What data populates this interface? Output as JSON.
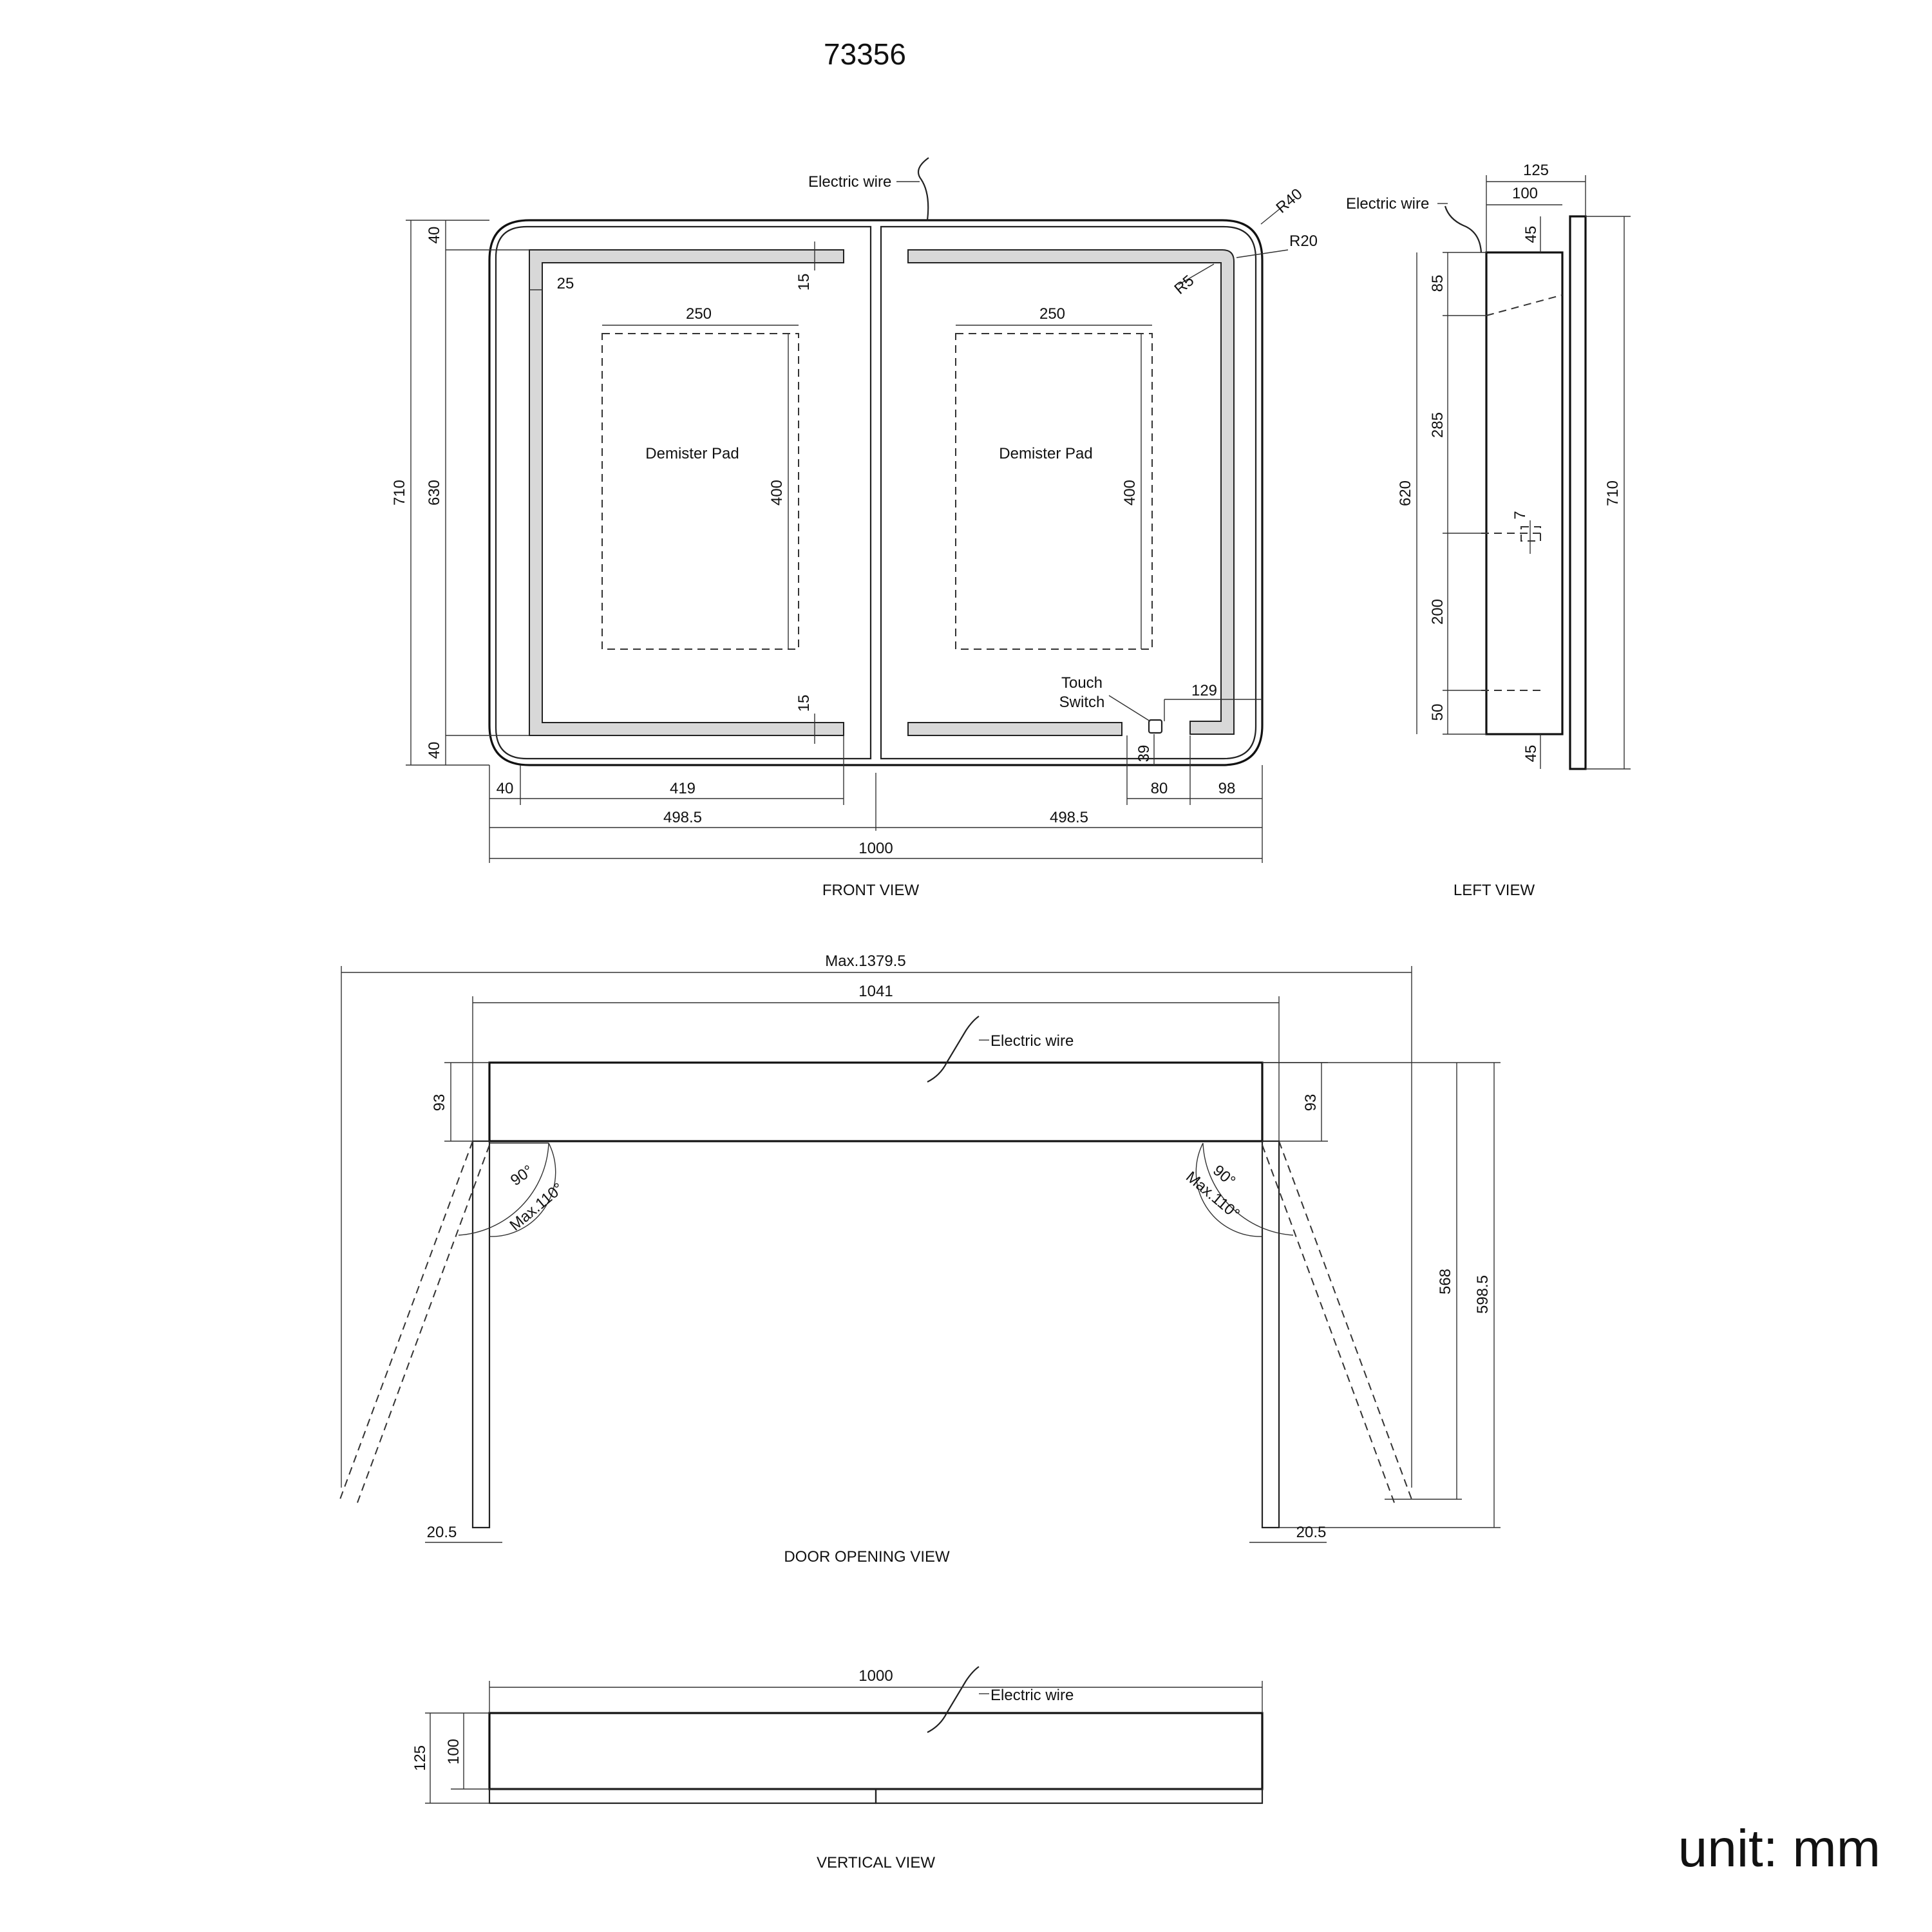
{
  "title": "73356",
  "unit_label": "unit: mm",
  "labels": {
    "electric_wire": "Electric wire",
    "demister_pad": "Demister Pad",
    "touch": "Touch",
    "switch": "Switch",
    "front_view": "FRONT VIEW",
    "left_view": "LEFT VIEW",
    "door_view": "DOOR   OPENING   VIEW",
    "vertical_view": "VERTICAL VIEW",
    "angle_90": "90°",
    "angle_max": "Max.110°"
  },
  "front": {
    "h_total": "710",
    "h_inner": "630",
    "top_40": "40",
    "bot_40": "40",
    "r40": "R40",
    "r20": "R20",
    "r5": "R5",
    "gap_25": "25",
    "led_15_top": "15",
    "led_15_bot": "15",
    "pad_w": "250",
    "pad_h": "400",
    "d_40": "40",
    "d_419": "419",
    "d_80": "80",
    "d_98": "98",
    "d_129": "129",
    "d_39": "39",
    "half": "498.5",
    "total_w": "1000"
  },
  "left": {
    "d_125": "125",
    "d_100": "100",
    "d_45_top": "45",
    "d_45_bot": "45",
    "d_85": "85",
    "d_285": "285",
    "d_7": "7",
    "d_200": "200",
    "d_50": "50",
    "d_620": "620",
    "d_710": "710"
  },
  "door": {
    "max": "Max.1379.5",
    "w": "1041",
    "d_93_l": "93",
    "d_93_r": "93",
    "d_568": "568",
    "d_598": "598.5",
    "d_205_l": "20.5",
    "d_205_r": "20.5"
  },
  "vertical": {
    "w": "1000",
    "d_125": "125",
    "d_100": "100"
  }
}
